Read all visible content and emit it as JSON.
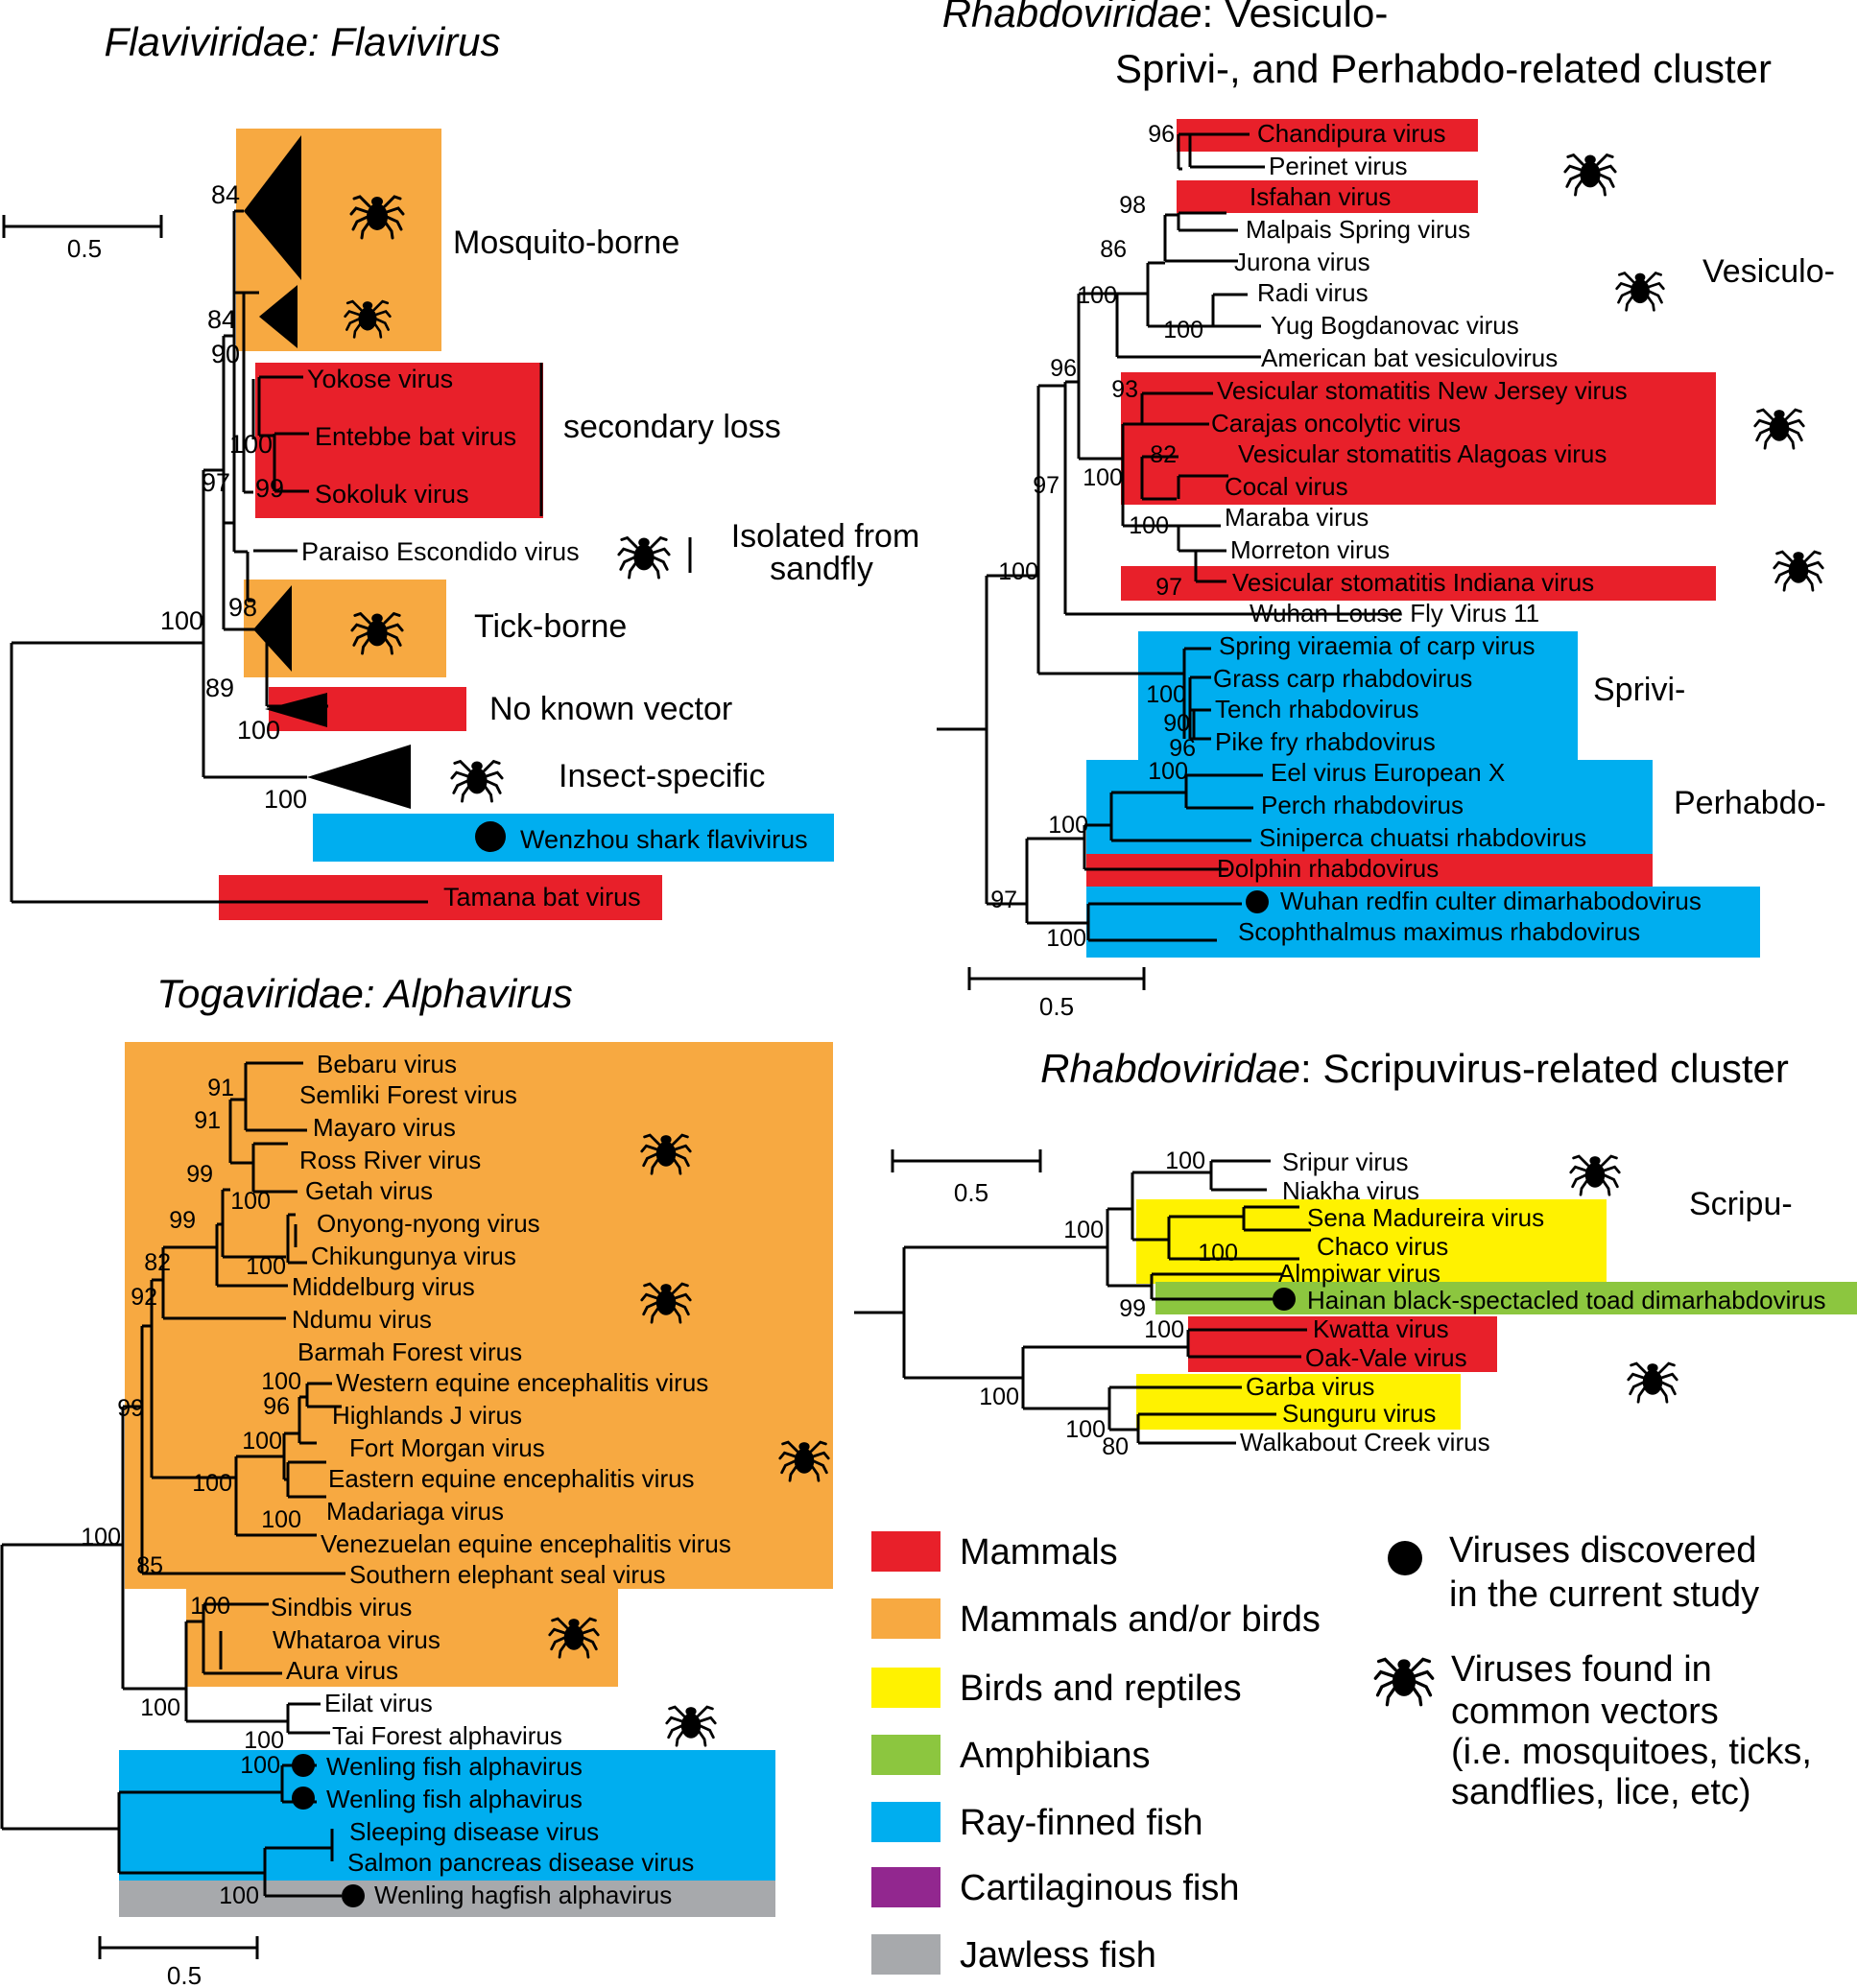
{
  "colors": {
    "mammals": "#e8202a",
    "mammals_birds": "#f7a941",
    "birds_reptiles": "#fff200",
    "amphibians": "#8cc63f",
    "ray_finned": "#00aeef",
    "cartilaginous": "#92278f",
    "jawless": "#a7a9ac",
    "line": "#000000"
  },
  "panels": {
    "flavi": {
      "title": "Flaviviridae: Flavivirus",
      "scale_label": "0.5",
      "groups": [
        "Mosquito-borne",
        "secondary loss",
        "Isolated from",
        "sandfly",
        "Tick-borne",
        "No known vector",
        "Insect-specific"
      ],
      "taxa": [
        "Yokose virus",
        "Entebbe bat virus",
        "Sokoluk virus",
        "Paraiso Escondido virus",
        "Wenzhou shark flavivirus",
        "Tamana bat virus"
      ],
      "support": [
        "84",
        "84",
        "90",
        "100",
        "99",
        "97",
        "98",
        "100",
        "89",
        "100",
        "100"
      ]
    },
    "vesic": {
      "title_italic": "Rhabdoviridae",
      "title_rest": ": Vesiculo-",
      "title_line2": "Sprivi-, and Perhabdo-related cluster",
      "scale_label": "0.5",
      "groups": [
        "Vesiculo-",
        "Sprivi-",
        "Perhabdo-"
      ],
      "taxa": [
        "Chandipura virus",
        "Perinet virus",
        "Isfahan virus",
        "Malpais Spring virus",
        "Jurona virus",
        "Radi virus",
        "Yug Bogdanovac virus",
        "American bat vesiculovirus",
        "Vesicular stomatitis New Jersey virus",
        "Carajas oncolytic virus",
        "Vesicular stomatitis Alagoas virus",
        "Cocal virus",
        "Maraba virus",
        "Morreton virus",
        "Vesicular stomatitis Indiana virus",
        "Wuhan Louse Fly Virus 11",
        "Spring viraemia of carp virus",
        "Grass carp rhabdovirus",
        "Tench rhabdovirus",
        "Pike fry rhabdovirus",
        "Eel virus European X",
        "Perch rhabdovirus",
        "Siniperca chuatsi rhabdovirus",
        "Dolphin rhabdovirus",
        "Wuhan redfin culter dimarhabodovirus",
        "Scophthalmus maximus rhabdovirus"
      ],
      "support": [
        "96",
        "98",
        "86",
        "100",
        "100",
        "96",
        "93",
        "82",
        "100",
        "100",
        "97",
        "97",
        "100",
        "100",
        "90",
        "96",
        "100",
        "100",
        "100",
        "97",
        "100"
      ]
    },
    "alpha": {
      "title": "Togaviridae: Alphavirus",
      "scale_label": "0.5",
      "taxa": [
        "Bebaru virus",
        "Semliki Forest virus",
        "Mayaro virus",
        "Ross River virus",
        "Getah virus",
        "Onyong-nyong virus",
        "Chikungunya virus",
        "Middelburg virus",
        "Ndumu virus",
        "Barmah Forest virus",
        "Western equine encephalitis virus",
        "Highlands J virus",
        "Fort Morgan virus",
        "Eastern equine encephalitis virus",
        "Madariaga virus",
        "Venezuelan equine encephalitis virus",
        "Southern elephant seal virus",
        "Sindbis virus",
        "Whataroa virus",
        "Aura virus",
        "Eilat virus",
        "Tai Forest alphavirus",
        "Wenling fish alphavirus",
        "Wenling fish alphavirus",
        "Sleeping disease virus",
        "Salmon pancreas disease virus",
        "Wenling hagfish alphavirus"
      ],
      "support": [
        "91",
        "91",
        "99",
        "100",
        "99",
        "100",
        "82",
        "92",
        "99",
        "100",
        "96",
        "100",
        "100",
        "100",
        "100",
        "85",
        "100",
        "100",
        "100",
        "100",
        "100"
      ]
    },
    "scripu": {
      "title_italic": "Rhabdoviridae",
      "title_rest": ": Scripuvirus-related cluster",
      "scale_label": "0.5",
      "groups": [
        "Scripu-"
      ],
      "taxa": [
        "Sripur virus",
        "Niakha virus",
        "Sena Madureira virus",
        "Chaco virus",
        "Almpiwar virus",
        "Hainan black-spectacled toad dimarhabdovirus",
        "Kwatta virus",
        "Oak-Vale virus",
        "Garba virus",
        "Sunguru virus",
        "Walkabout Creek virus"
      ],
      "support": [
        "100",
        "100",
        "100",
        "99",
        "100",
        "100",
        "100",
        "80"
      ]
    }
  },
  "legend": {
    "hosts": [
      "Mammals",
      "Mammals and/or birds",
      "Birds and reptiles",
      "Amphibians",
      "Ray-finned fish",
      "Cartilaginous fish",
      "Jawless fish"
    ],
    "dot_text": [
      "Viruses discovered",
      "in the current study"
    ],
    "tick_text": [
      "Viruses found in",
      "common vectors",
      "(i.e. mosquitoes, ticks,",
      "sandflies, lice, etc)"
    ]
  },
  "icons": [
    "tick-icon",
    "dot-icon"
  ]
}
